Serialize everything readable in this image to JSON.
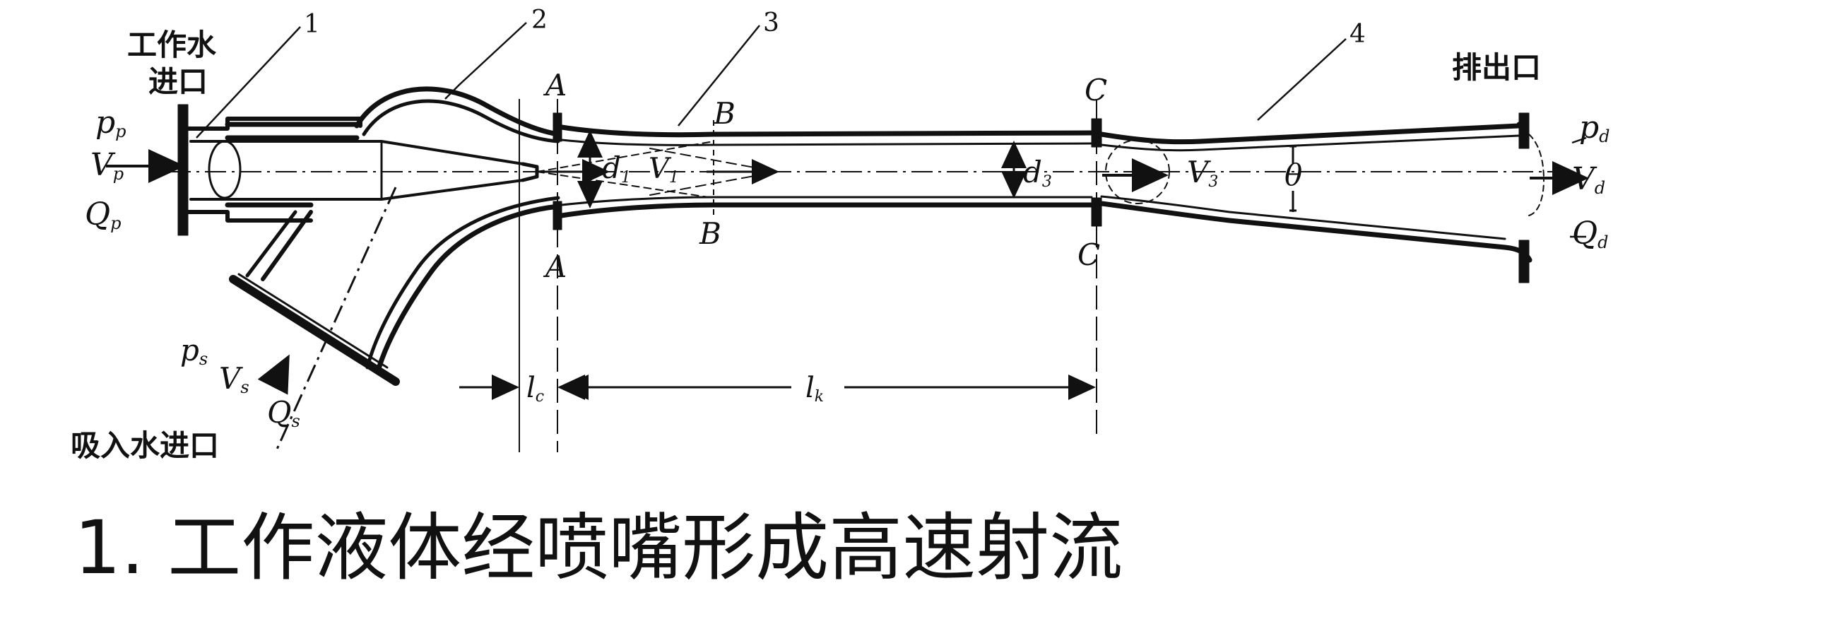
{
  "diagram": {
    "callouts": [
      "1",
      "2",
      "3",
      "4"
    ],
    "inlet_work": [
      "工作水",
      "进口"
    ],
    "inlet_suction": "吸入水进口",
    "outlet": "排出口",
    "sections": {
      "a_top": "A",
      "a_bottom": "A",
      "b_top": "B",
      "b_bottom": "B",
      "c_top": "C",
      "c_bottom": "C"
    },
    "work_flow": {
      "pressure": "p",
      "pressure_sub": "p",
      "velocity": "V",
      "velocity_sub": "p",
      "flow": "Q",
      "flow_sub": "p"
    },
    "suction_flow": {
      "pressure": "p",
      "pressure_sub": "s",
      "velocity": "V",
      "velocity_sub": "s",
      "flow": "Q",
      "flow_sub": "s"
    },
    "discharge_flow": {
      "pressure": "p",
      "pressure_sub": "d",
      "velocity": "V",
      "velocity_sub": "d",
      "flow": "Q",
      "flow_sub": "d"
    },
    "throat_diameter": {
      "symbol": "d",
      "sub": "3"
    },
    "nozzle_diameter": {
      "symbol": "d",
      "sub": "1"
    },
    "throat_velocity": {
      "symbol": "V",
      "sub": "1"
    },
    "mix_velocity": {
      "symbol": "V",
      "sub": "3"
    },
    "diffuser_angle": "θ",
    "length_c": {
      "symbol": "l",
      "sub": "c"
    },
    "length_k": {
      "symbol": "l",
      "sub": "k"
    }
  },
  "caption": "1. 工作液体经喷嘴形成高速射流"
}
